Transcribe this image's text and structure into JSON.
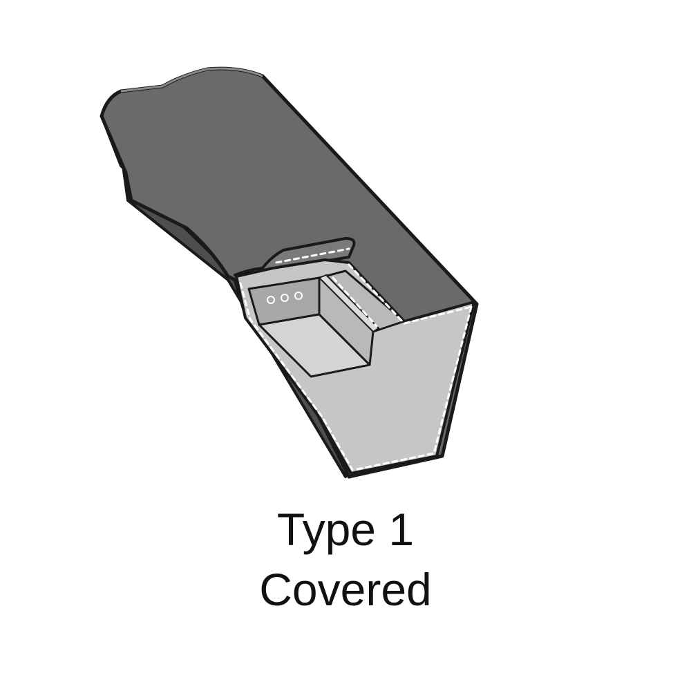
{
  "caption": {
    "line1": "Type 1",
    "line2": "Covered"
  },
  "colors": {
    "outer_cover": "#6a6a6a",
    "outer_cover_dark": "#4e4e4e",
    "cross_section": "#c6c6c6",
    "inner_step": "#b9b9b9",
    "inner_face": "#a8a8a8",
    "outline": "#1a1a1a",
    "stitching": "#ffffff"
  },
  "icons": [
    "belt-cross-section-illustration"
  ]
}
